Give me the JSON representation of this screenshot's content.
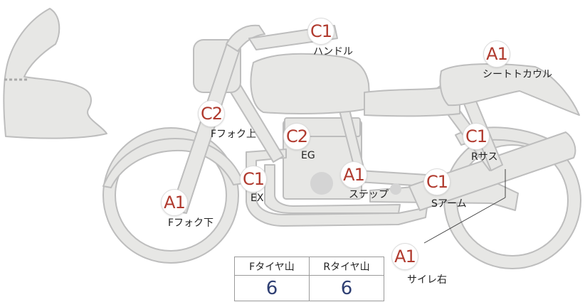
{
  "colors": {
    "part_fill": "#e7e7e5",
    "part_stroke": "#bdbdbd",
    "grade_text": "#b03a2e",
    "value_text": "#2f3f73"
  },
  "parts": [
    {
      "id": "handle",
      "grade": "C1",
      "label": "ハンドル"
    },
    {
      "id": "seat-cowl",
      "grade": "A1",
      "label": "シートトカウル"
    },
    {
      "id": "f-fork-upper",
      "grade": "C2",
      "label": "Fフォク上"
    },
    {
      "id": "engine",
      "grade": "C2",
      "label": "EG"
    },
    {
      "id": "r-sus",
      "grade": "C1",
      "label": "Rサス"
    },
    {
      "id": "exhaust",
      "grade": "C1",
      "label": "EX"
    },
    {
      "id": "step",
      "grade": "A1",
      "label": "ステップ"
    },
    {
      "id": "swingarm",
      "grade": "C1",
      "label": "Sアーム"
    },
    {
      "id": "f-fork-lower",
      "grade": "A1",
      "label": "Fフォク下"
    },
    {
      "id": "muffler-right",
      "grade": "A1",
      "label": "サイレ右"
    }
  ],
  "tread": {
    "front_header": "Fタイヤ山",
    "rear_header": "Rタイヤ山",
    "front_value": "6",
    "rear_value": "6"
  }
}
